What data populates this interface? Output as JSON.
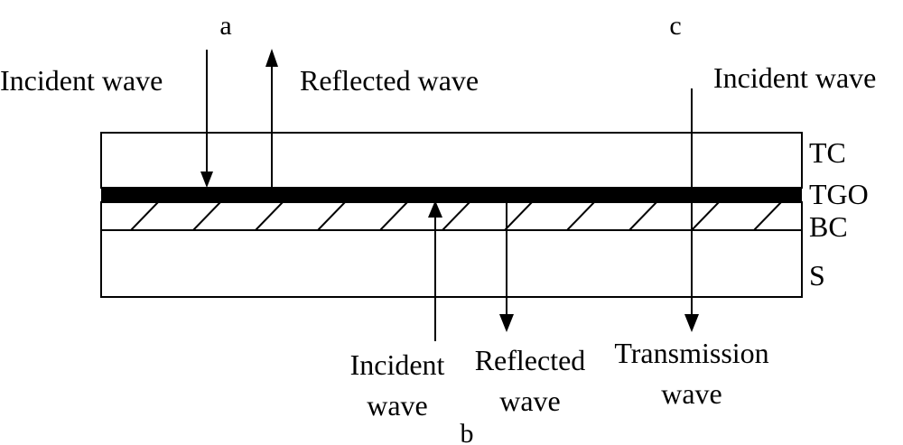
{
  "colors": {
    "line": "#000000",
    "background": "#ffffff"
  },
  "labels": {
    "case_a": "a",
    "case_b": "b",
    "case_c": "c",
    "a_incident": "Incident wave",
    "a_reflected": "Reflected wave",
    "c_incident": "Incident wave",
    "b_incident_line1": "Incident",
    "b_incident_line2": "wave",
    "b_reflected_line1": "Reflected",
    "b_reflected_line2": "wave",
    "c_transmission_line1": "Transmission",
    "c_transmission_line2": "wave"
  },
  "layers": {
    "tc": "TC",
    "tgo": "TGO",
    "bc": "BC",
    "s": "S"
  }
}
